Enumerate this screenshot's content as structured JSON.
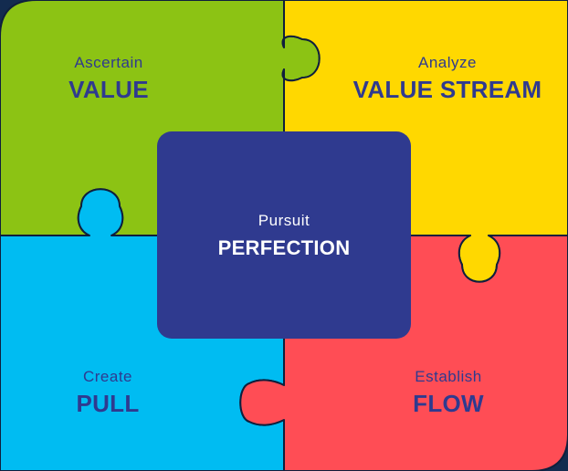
{
  "colors": {
    "value": "#8cc314",
    "value_stream": "#ffd800",
    "pull": "#00bcf2",
    "flow": "#ff4d55",
    "perfection": "#2f3a8f",
    "label_text": "#2f3a8f",
    "center_text": "#ffffff",
    "outline": "#0f1f3d"
  },
  "pieces": {
    "value": {
      "verb": "Ascertain",
      "noun": "VALUE"
    },
    "value_stream": {
      "verb": "Analyze",
      "noun": "VALUE STREAM"
    },
    "pull": {
      "verb": "Create",
      "noun": "PULL"
    },
    "flow": {
      "verb": "Establish",
      "noun": "FLOW"
    },
    "perfection": {
      "verb": "Pursuit",
      "noun": "PERFECTION"
    }
  }
}
